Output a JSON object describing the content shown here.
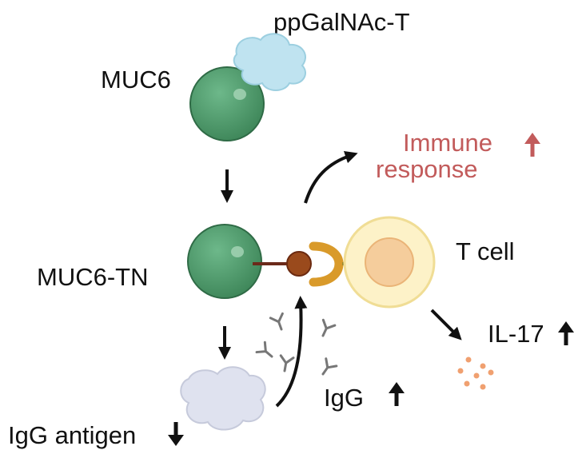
{
  "labels": {
    "enzyme": "ppGalNAc-T",
    "muc6": "MUC6",
    "muc6_tn": "MUC6-TN",
    "immune_line1": "Immune",
    "immune_line2": "response",
    "t_cell": "T cell",
    "il17": "IL-17",
    "igg": "IgG",
    "igg_antigen": "IgG antigen"
  },
  "indicators": {
    "immune_response": "up",
    "il17": "up",
    "igg": "up",
    "igg_antigen": "down"
  },
  "colors": {
    "muc6_green": "#4f9a6a",
    "enzyme_blue": "#bfe3f0",
    "t_cell_outer": "#fdf2c8",
    "t_cell_inner": "#f5cd9c",
    "receptor_gold": "#d99a2a",
    "antigen_brown": "#9a4a1c",
    "il17_dots": "#f0a070",
    "immune_red": "#c25b5b",
    "igg_antigen_fill": "#dfe2ef"
  },
  "icons": [
    "arrow-up-icon",
    "arrow-down-icon",
    "antibody-icon"
  ]
}
